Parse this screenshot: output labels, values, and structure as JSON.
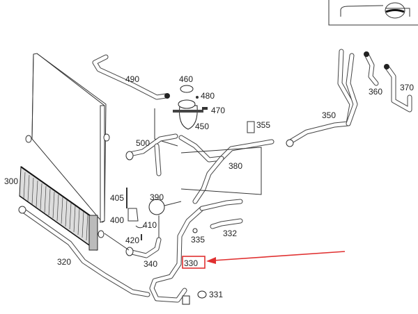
{
  "diagram": {
    "title": "Engine cooling system - radiator and coolant hoses",
    "inset": {
      "icon": "vehicle-front-section-icon"
    },
    "highlight": {
      "part": "330",
      "color": "#e03030"
    },
    "parts": [
      {
        "number": "300",
        "description": "radiator"
      },
      {
        "number": "320",
        "description": "hose"
      },
      {
        "number": "330",
        "description": "hose (highlighted)"
      },
      {
        "number": "331",
        "description": "clamp / fitting"
      },
      {
        "number": "332",
        "description": "hose"
      },
      {
        "number": "335",
        "description": "clip"
      },
      {
        "number": "340",
        "description": "hose"
      },
      {
        "number": "350",
        "description": "hose assembly"
      },
      {
        "number": "355",
        "description": "bracket"
      },
      {
        "number": "360",
        "description": "hose"
      },
      {
        "number": "370",
        "description": "hose"
      },
      {
        "number": "380",
        "description": "hose"
      },
      {
        "number": "390",
        "description": "pump"
      },
      {
        "number": "400",
        "description": "bracket"
      },
      {
        "number": "405",
        "description": "bolt"
      },
      {
        "number": "410",
        "description": "clamp"
      },
      {
        "number": "420",
        "description": "screw"
      },
      {
        "number": "450",
        "description": "expansion tank"
      },
      {
        "number": "460",
        "description": "cap"
      },
      {
        "number": "470",
        "description": "sensor"
      },
      {
        "number": "480",
        "description": "screw"
      },
      {
        "number": "490",
        "description": "vent line"
      },
      {
        "number": "500",
        "description": "hose"
      }
    ]
  }
}
